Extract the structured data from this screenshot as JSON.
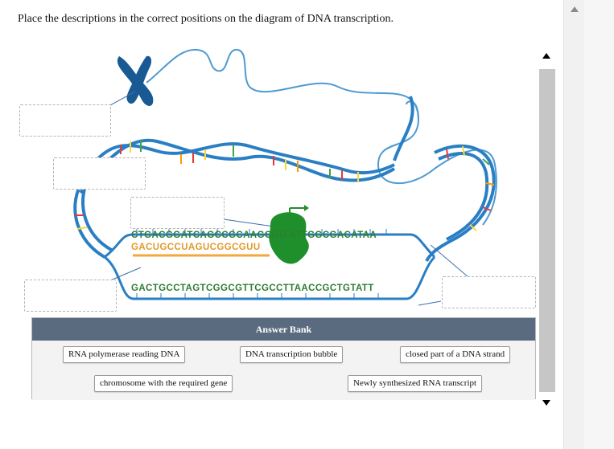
{
  "prompt": "Place the descriptions in the correct positions on the diagram of DNA transcription.",
  "diagram": {
    "template_strand_top": "CTGACGGATCAGCCGCAAGCGG ATTGGCGACATAA",
    "rna_strand": "GACUGCCUAGUCGGCGUU",
    "coding_strand_bottom": "GACTGCCTAGTCGGCGTTCGCCTTAACCGCTGTATT",
    "icons": [
      "chromosome-icon",
      "rna-polymerase-icon",
      "transcription-direction-arrow-icon"
    ]
  },
  "drop_targets": [
    "",
    "",
    "",
    "",
    ""
  ],
  "answer_bank": {
    "header": "Answer Bank",
    "items": [
      "RNA polymerase reading DNA",
      "DNA transcription bubble",
      "closed part of a DNA strand",
      "chromosome with the required gene",
      "Newly synthesized RNA transcript"
    ]
  }
}
